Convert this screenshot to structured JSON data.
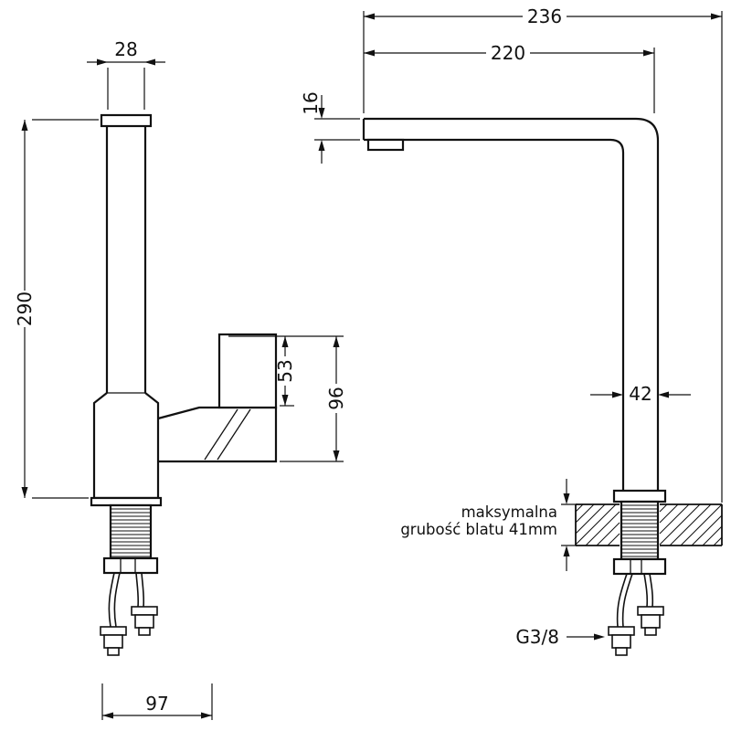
{
  "dimensions": {
    "spout_width": "28",
    "total_depth": "236",
    "spout_reach": "220",
    "spout_profile": "16",
    "body_height": "290",
    "handle_height": "53",
    "head_height": "96",
    "column_width": "42",
    "base_depth": "97",
    "thread_size": "G3/8"
  },
  "notes": {
    "countertop_line1": "maksymalna",
    "countertop_line2": "grubość blatu 41mm"
  },
  "colors": {
    "line": "#111111",
    "background": "#ffffff"
  }
}
